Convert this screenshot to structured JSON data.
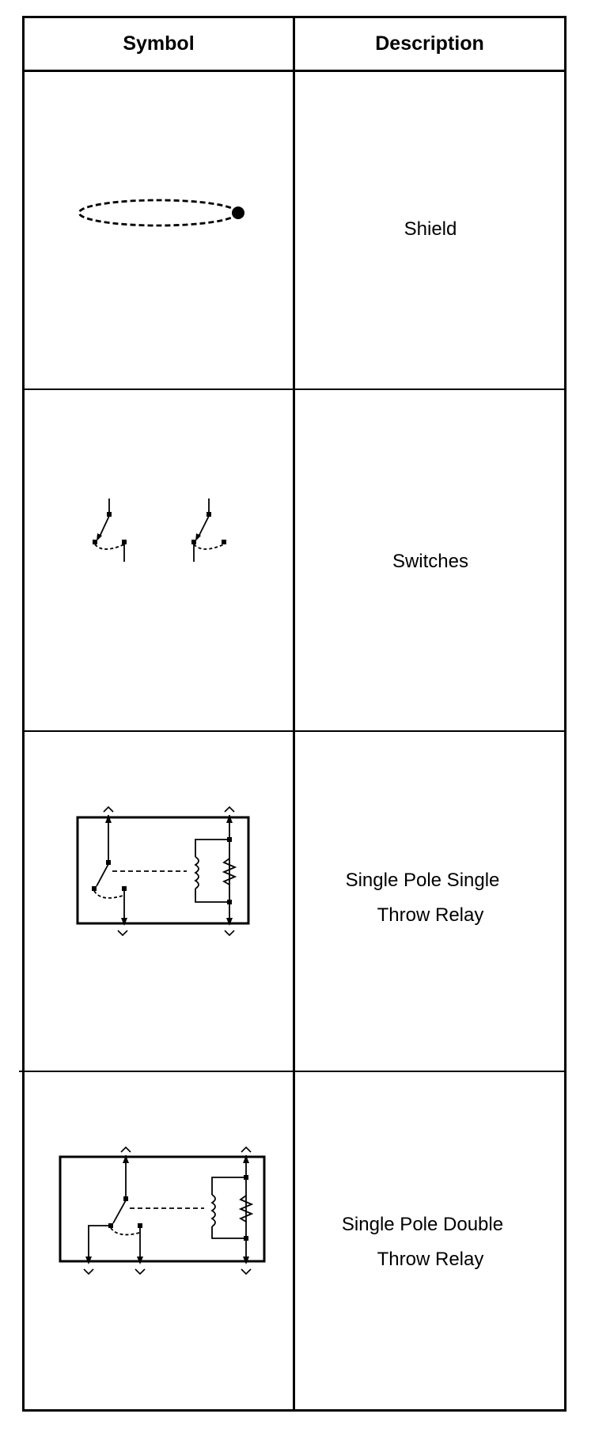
{
  "table": {
    "headers": {
      "symbol": "Symbol",
      "description": "Description"
    },
    "rows": [
      {
        "icon": "shield-symbol",
        "description_lines": [
          "Shield"
        ]
      },
      {
        "icon": "switch-symbols",
        "description_lines": [
          "Switches"
        ]
      },
      {
        "icon": "spst-relay-symbol",
        "description_lines": [
          "Single Pole Single",
          "Throw Relay"
        ]
      },
      {
        "icon": "spdt-relay-symbol",
        "description_lines": [
          "Single Pole Double",
          "Throw Relay"
        ]
      }
    ]
  }
}
